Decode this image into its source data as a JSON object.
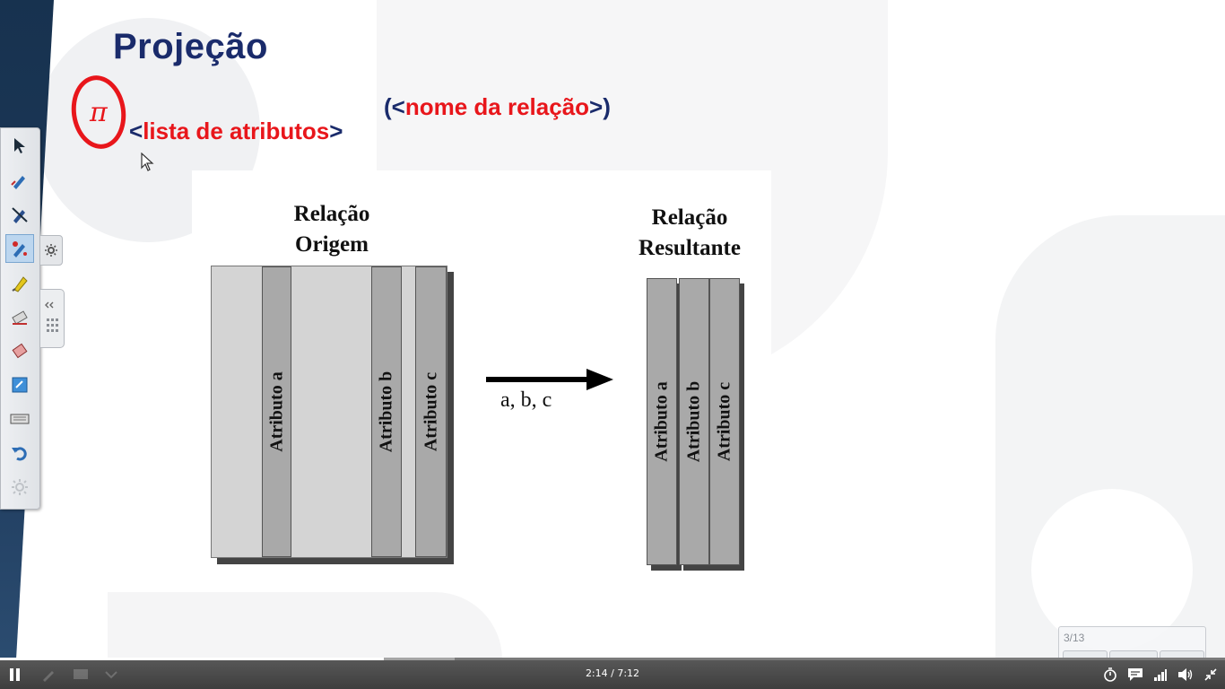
{
  "slide": {
    "title": "Projeção",
    "pi_symbol": "π",
    "formula": {
      "attr_open": "<",
      "attr_text": "lista de atributos",
      "attr_close": ">",
      "rel_open": "(<",
      "rel_text": "nome da relação",
      "rel_close": ">)"
    },
    "diagram": {
      "origin_label_line1": "Relação",
      "origin_label_line2": "Origem",
      "result_label_line1": "Relação",
      "result_label_line2": "Resultante",
      "origin_columns": [
        "Atributo a",
        "Atributo b",
        "Atributo c"
      ],
      "result_columns": [
        "Atributo a",
        "Atributo b",
        "Atributo c"
      ],
      "arrow_caption": "a, b, c"
    }
  },
  "pen_toolbar": {
    "tools": [
      "select-arrow-icon",
      "pen-icon",
      "pen-alt-icon",
      "laser-pen-icon",
      "highlighter-icon",
      "eraser-icon",
      "clear-ink-icon",
      "whiteboard-icon",
      "keyboard-icon",
      "undo-icon",
      "settings-sun-icon"
    ]
  },
  "slide_nav": {
    "counter": "3/13"
  },
  "player": {
    "time": "2:14 / 7:12",
    "progress": 0.313,
    "accent": "#ffffff"
  }
}
